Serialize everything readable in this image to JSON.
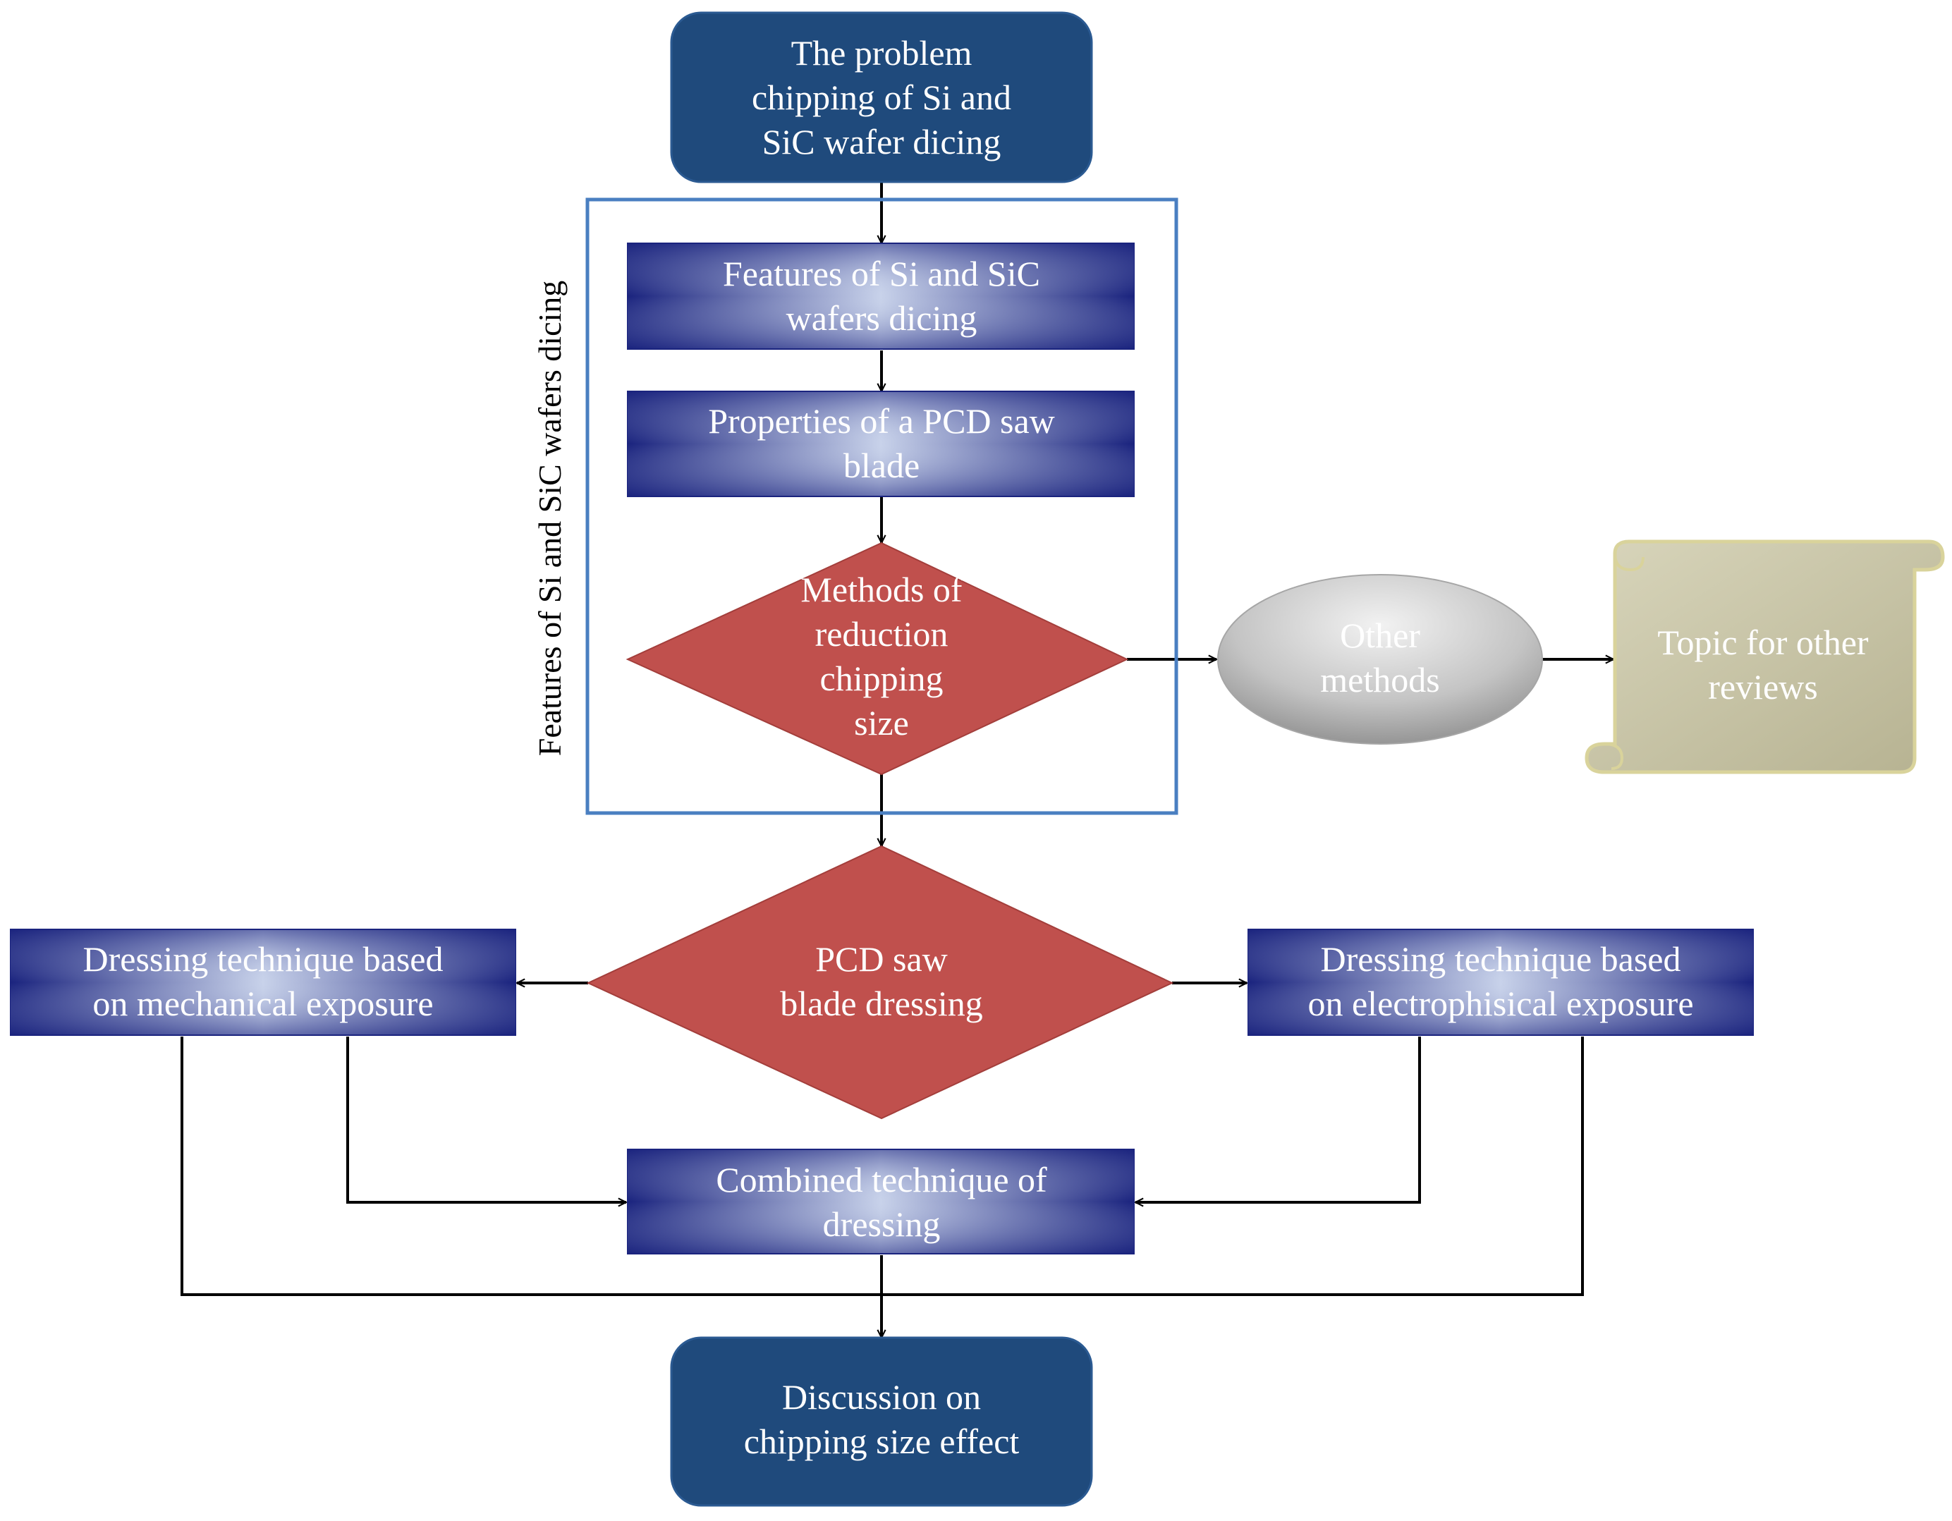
{
  "diagram": {
    "start": {
      "lines": [
        "The problem",
        "chipping of  Si and",
        "SiC wafer dicing"
      ]
    },
    "group_label": "Features  of Si and SiC wafers dicing",
    "features": {
      "lines": [
        "Features of Si and SiC",
        "wafers  dicing"
      ]
    },
    "properties": {
      "lines": [
        "Properties  of a PCD saw",
        "blade"
      ]
    },
    "methods": {
      "lines": [
        "Methods of",
        "reduction",
        "chipping",
        "size"
      ]
    },
    "other_methods": {
      "lines": [
        "Other",
        "methods"
      ]
    },
    "topic": {
      "lines": [
        "Topic for other",
        "reviews"
      ]
    },
    "dressing": {
      "lines": [
        "PCD saw",
        "blade dressing"
      ]
    },
    "mechanical": {
      "lines": [
        "Dressing technique based",
        "on mechanical exposure"
      ]
    },
    "electro": {
      "lines": [
        "Dressing technique based",
        "on electrophisical exposure"
      ]
    },
    "combined": {
      "lines": [
        "Combined technique of",
        "dressing"
      ]
    },
    "discussion": {
      "lines": [
        "Discussion  on",
        "chipping size effect"
      ]
    }
  },
  "colors": {
    "dark_box": "#1f4a7c",
    "gradient_edge": "#1a237e",
    "gradient_center": "#c8d2ea",
    "diamond": "#c0504d",
    "group_border": "#4a7fc1",
    "ellipse_light": "#e8e8e8",
    "ellipse_dark": "#8c8c8c",
    "scroll_fill": "#c8c5a4",
    "scroll_border": "#d9d39b"
  }
}
